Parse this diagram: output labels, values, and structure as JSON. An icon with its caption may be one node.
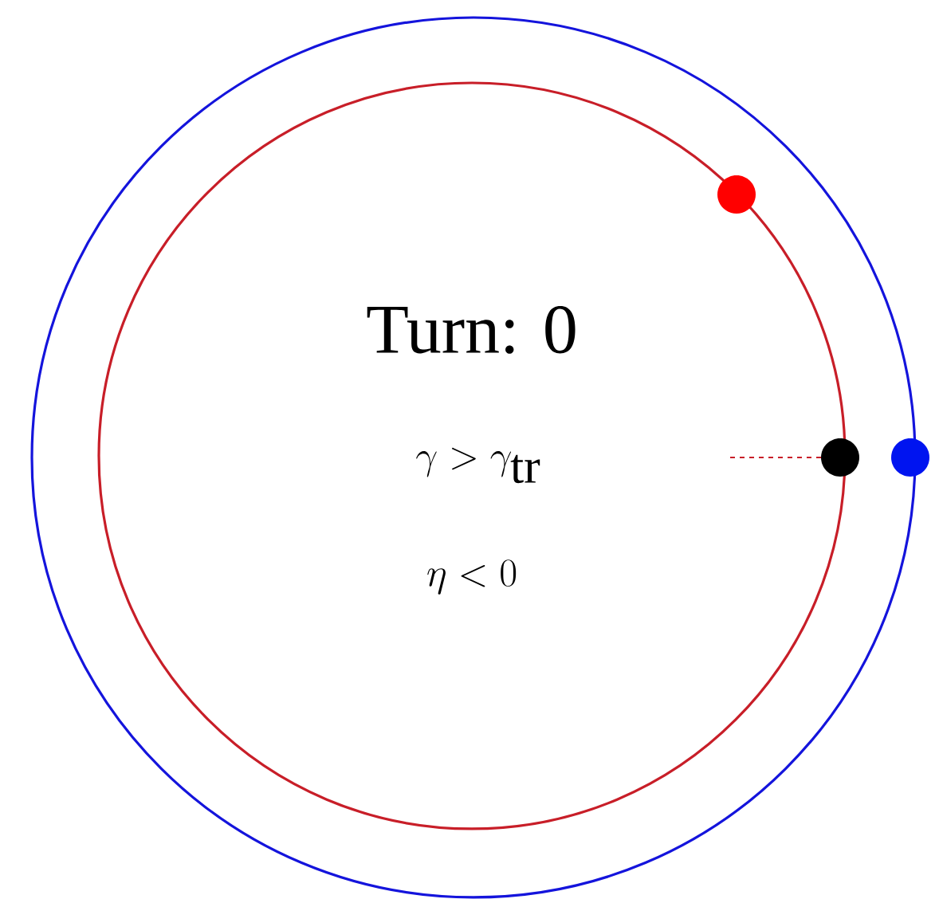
{
  "diagram": {
    "labels": [
      "Turn: 0",
      "\\gamma > \\gamma_{\\mathrm{tr}}",
      "\\eta < 0"
    ]
  }
}
